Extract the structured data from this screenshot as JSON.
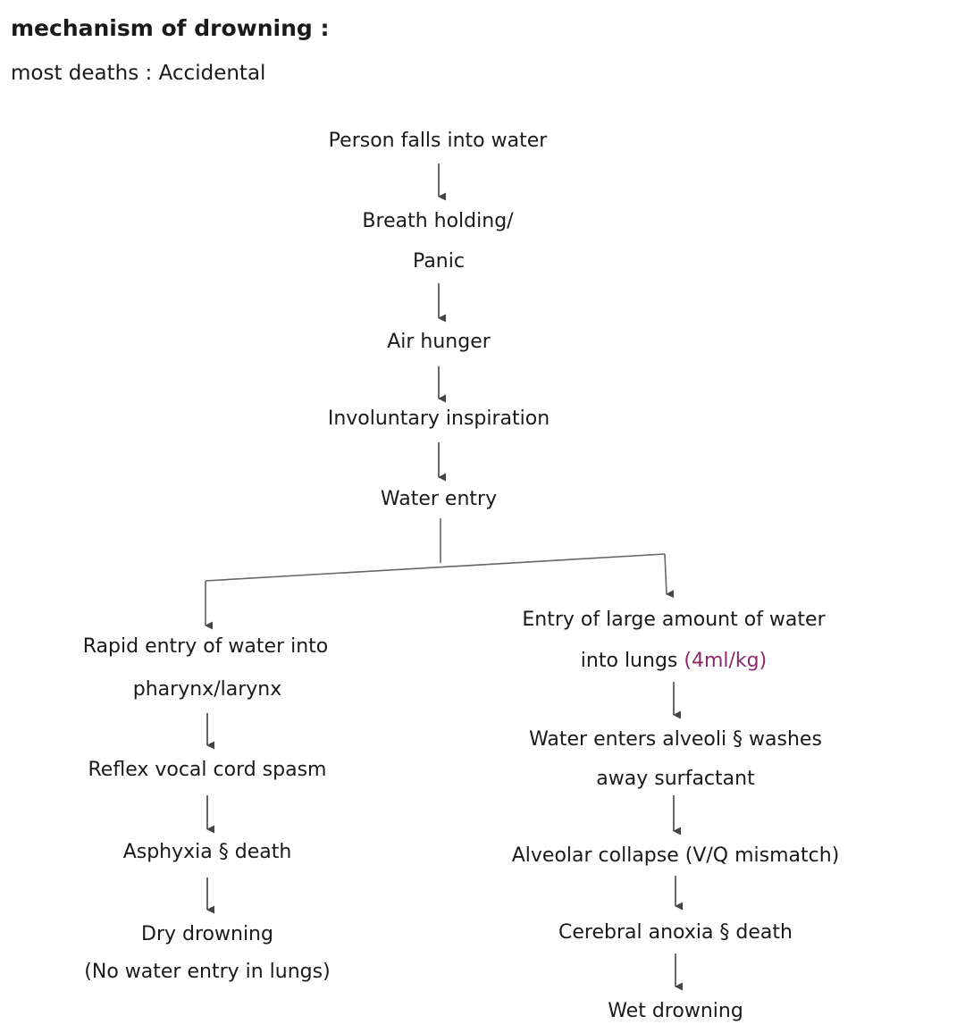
{
  "header": {
    "title": "mechanism of drowning :",
    "subtitle": "most deaths : Accidental"
  },
  "flow": {
    "step1": "Person falls into water",
    "step2_line1": "Breath holding/",
    "step2_line2": "Panic",
    "step3": "Air hunger",
    "step4": "Involuntary inspiration",
    "step5": "Water entry"
  },
  "left_branch": {
    "l1_line1": "Rapid entry of water into",
    "l1_line2": "pharynx/larynx",
    "l2": "Reflex vocal cord spasm",
    "l3": "Asphyxia § death",
    "l4_line1": "Dry drowning",
    "l4_line2": "(No water entry in lungs)"
  },
  "right_branch": {
    "r1_line1": "Entry of large amount of water",
    "r1_line2": "into lungs",
    "r1_note": "(4ml/kg)",
    "r2_line1": "Water enters alveoli § washes",
    "r2_line2": "away surfactant",
    "r3": "Alveolar collapse (V/Q mismatch)",
    "r4": "Cerebral anoxia § death",
    "r5": "Wet drowning"
  },
  "colors": {
    "ink": "#1a1a1a",
    "accent": "#8b2a6b",
    "line": "#666666"
  }
}
